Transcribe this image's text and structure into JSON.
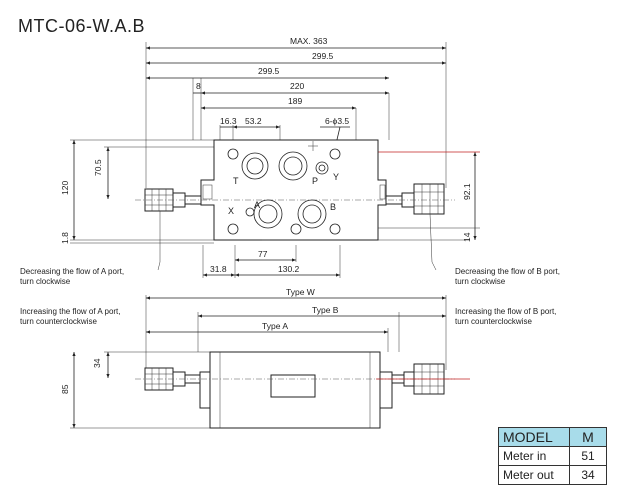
{
  "title": "MTC-06-W.A.B",
  "top_view": {
    "dimensions": {
      "max": "MAX. 363",
      "d299_5_top": "299.5",
      "d299_5": "299.5",
      "d8": "8",
      "d220": "220",
      "d189": "189",
      "d16_3": "16.3",
      "d53_2": "53.2",
      "holes": "6-ϕ3.5",
      "d70_5": "70.5",
      "d120": "120",
      "d1_8": "1.8",
      "d92_1": "92.1",
      "d14": "14",
      "d77": "77",
      "d31_8": "31.8",
      "d130_2": "130.2"
    },
    "ports": {
      "t": "T",
      "p": "P",
      "y": "Y",
      "x": "X",
      "a": "A",
      "b": "B"
    }
  },
  "annotations": {
    "a_decrease_line1": "Decreasing the flow of A port,",
    "a_decrease_line2": "turn clockwise",
    "b_decrease_line1": "Decreasing the flow of B port,",
    "b_decrease_line2": "turn clockwise",
    "a_increase_line1": "Increasing the flow of A port,",
    "a_increase_line2": "turn counterclockwise",
    "b_increase_line1": "Increasing the flow of B port,",
    "b_increase_line2": "turn counterclockwise"
  },
  "side_view": {
    "type_w": "Type W",
    "type_b": "Type B",
    "type_a": "Type A",
    "d34": "34",
    "d85": "85"
  },
  "model_table": {
    "header": {
      "label": "MODEL",
      "value": "M"
    },
    "rows": [
      {
        "label": "Meter in",
        "value": "51"
      },
      {
        "label": "Meter out",
        "value": "34"
      }
    ],
    "header_color": "#a8dcea"
  }
}
